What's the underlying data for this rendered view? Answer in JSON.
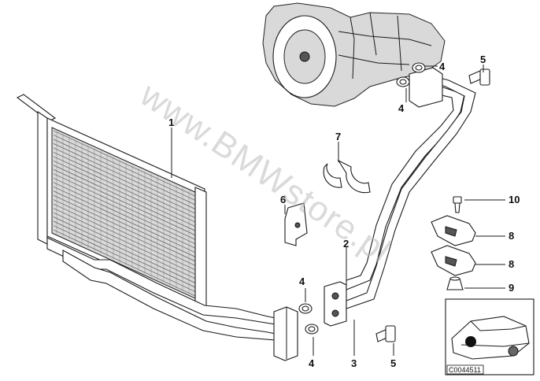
{
  "watermark": "www.BMWstore.pl",
  "diagram_code": "C0044511",
  "callouts": {
    "c1": "1",
    "c2": "2",
    "c3": "3",
    "c4a": "4",
    "c4b": "4",
    "c4c": "4",
    "c4d": "4",
    "c5a": "5",
    "c5b": "5",
    "c6": "6",
    "c7": "7",
    "c8a": "8",
    "c8b": "8",
    "c9": "9",
    "c10": "10"
  }
}
